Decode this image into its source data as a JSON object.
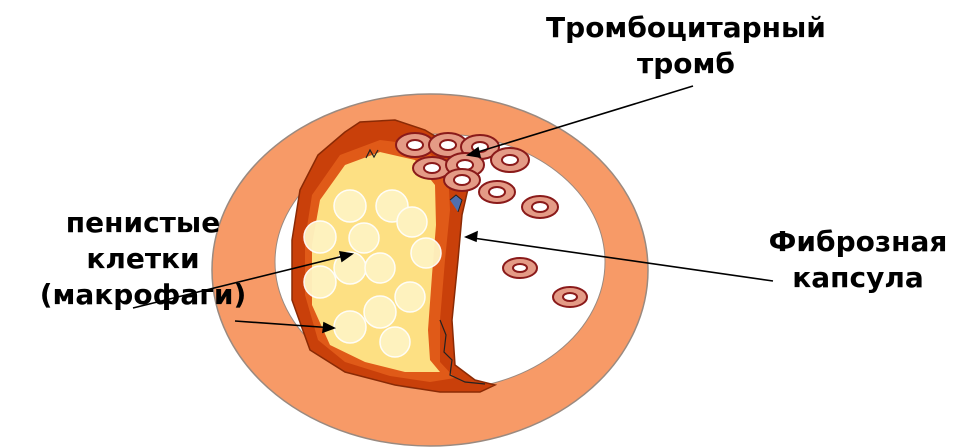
{
  "labels": {
    "thrombus_line1": "Тромбоцитарный",
    "thrombus_line2": "тромб",
    "foam_line1": "пенистые",
    "foam_line2": "клетки",
    "foam_line3": "(макрофаги)",
    "capsule_line1": "Фиброзная",
    "capsule_line2": "капсула"
  },
  "colors": {
    "vessel_wall": "#f79a67",
    "lumen": "#ffffff",
    "plaque_fill": "#fde083",
    "fibrous_cap": "#c9400a",
    "foam_cell": "#fff4c2",
    "platelet": "#e49b86",
    "platelet_outline": "#8a1a1a"
  }
}
